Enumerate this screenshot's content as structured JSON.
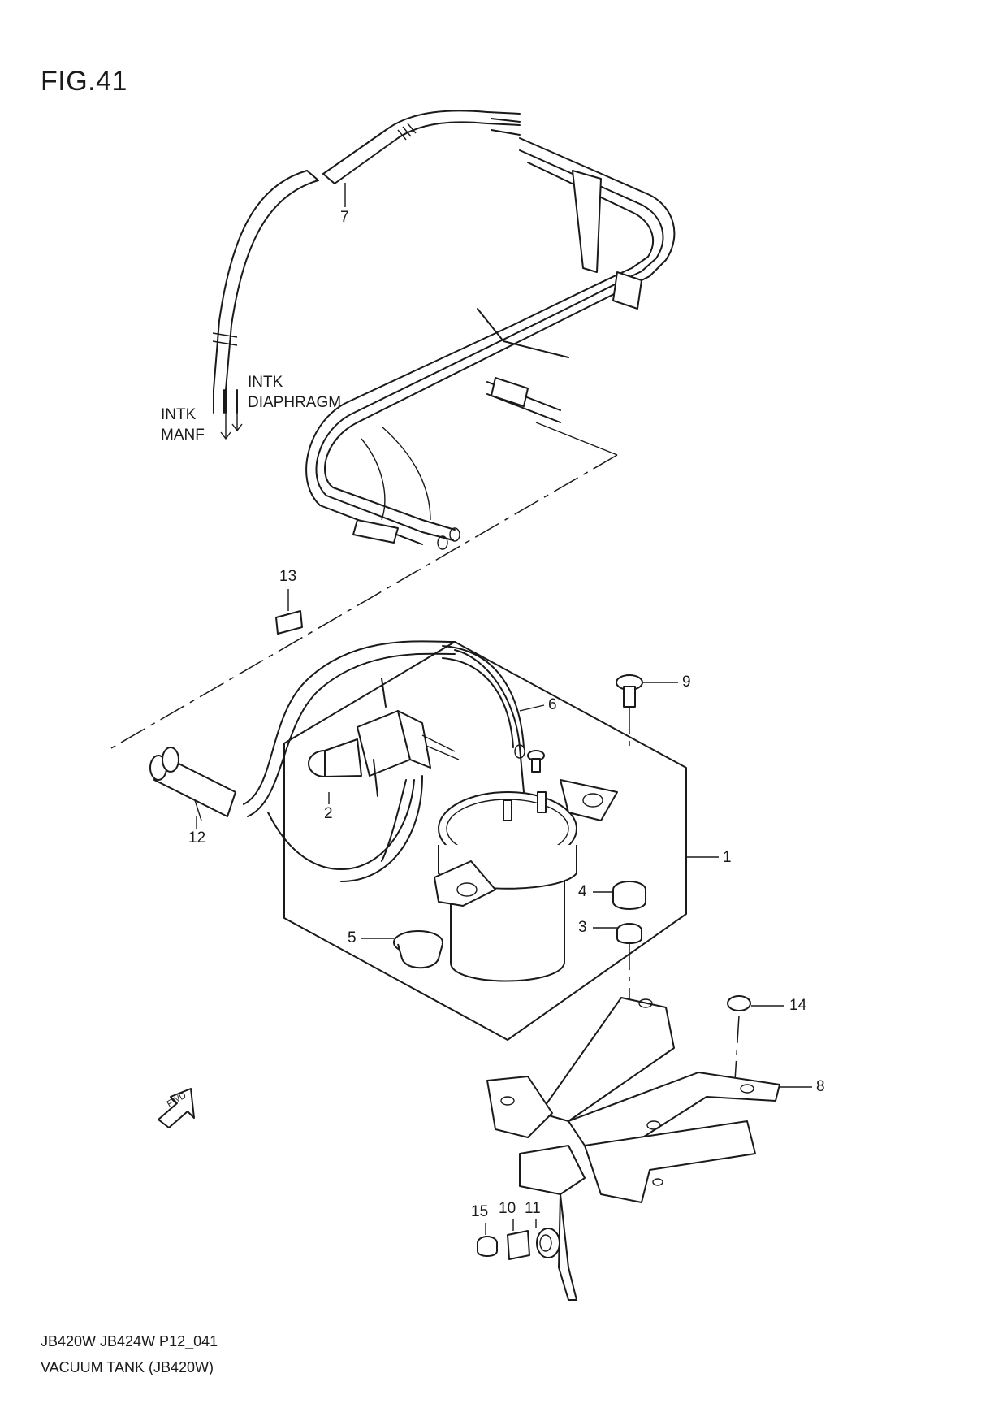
{
  "figure": {
    "title": "FIG.41"
  },
  "labels": {
    "intk_diaphragm_1": "INTK",
    "intk_diaphragm_2": "DIAPHRAGM",
    "intk_manf_1": "INTK",
    "intk_manf_2": "MANF",
    "fwd": "FWD"
  },
  "callouts": [
    "1",
    "2",
    "3",
    "4",
    "5",
    "6",
    "7",
    "8",
    "9",
    "10",
    "11",
    "12",
    "13",
    "14",
    "15"
  ],
  "footer": {
    "line1": "JB420W JB424W P12_041",
    "line2": "VACUUM TANK (JB420W)"
  }
}
